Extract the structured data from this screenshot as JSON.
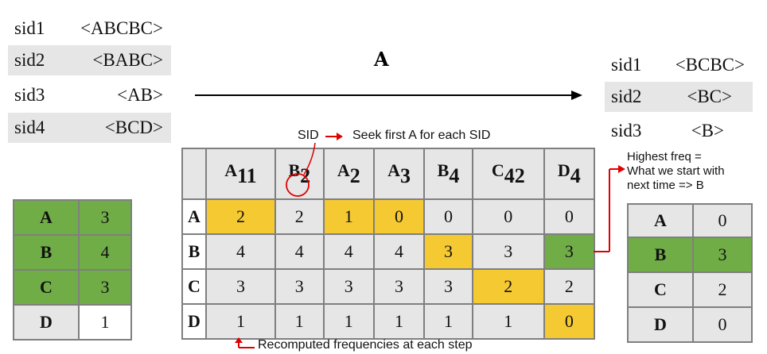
{
  "left_sequences": [
    {
      "sid": "sid1",
      "seq": "<ABCBC>"
    },
    {
      "sid": "sid2",
      "seq": "<BABC>"
    },
    {
      "sid": "sid3",
      "seq": "<AB>"
    },
    {
      "sid": "sid4",
      "seq": "<BCD>"
    }
  ],
  "arrow_label": "A",
  "right_sequences": [
    {
      "sid": "sid1",
      "seq": "<BCBC>"
    },
    {
      "sid": "sid2",
      "seq": "<BC>"
    },
    {
      "sid": "sid3",
      "seq": "<B>"
    }
  ],
  "left_freq": [
    {
      "item": "A",
      "count": "3"
    },
    {
      "item": "B",
      "count": "4"
    },
    {
      "item": "C",
      "count": "3"
    },
    {
      "item": "D",
      "count": "1"
    }
  ],
  "right_freq": [
    {
      "item": "A",
      "count": "0"
    },
    {
      "item": "B",
      "count": "3"
    },
    {
      "item": "C",
      "count": "2"
    },
    {
      "item": "D",
      "count": "0"
    }
  ],
  "matrix": {
    "columns": [
      {
        "letter": "A",
        "sub": "11"
      },
      {
        "letter": "B",
        "sub": "2"
      },
      {
        "letter": "A",
        "sub": "2"
      },
      {
        "letter": "A",
        "sub": "3"
      },
      {
        "letter": "B",
        "sub": "4"
      },
      {
        "letter": "C",
        "sub": "42"
      },
      {
        "letter": "D",
        "sub": "4"
      }
    ],
    "rows": [
      {
        "label": "A",
        "values": [
          "2",
          "2",
          "1",
          "0",
          "0",
          "0",
          "0"
        ]
      },
      {
        "label": "B",
        "values": [
          "4",
          "4",
          "4",
          "4",
          "3",
          "3",
          "3"
        ]
      },
      {
        "label": "C",
        "values": [
          "3",
          "3",
          "3",
          "3",
          "3",
          "2",
          "2"
        ]
      },
      {
        "label": "D",
        "values": [
          "1",
          "1",
          "1",
          "1",
          "1",
          "1",
          "0"
        ]
      }
    ]
  },
  "annotations": {
    "sid_label": "SID",
    "seek_text": "Seek first A for each SID",
    "highest_line1": "Highest freq =",
    "highest_line2": "What we start with",
    "highest_line3": "next time => B",
    "recomputed": "Recomputed frequencies at each step"
  },
  "colors": {
    "green": "#70ad47",
    "yellow": "#f5c932",
    "gray": "#e6e6e6",
    "red": "#e00000"
  }
}
